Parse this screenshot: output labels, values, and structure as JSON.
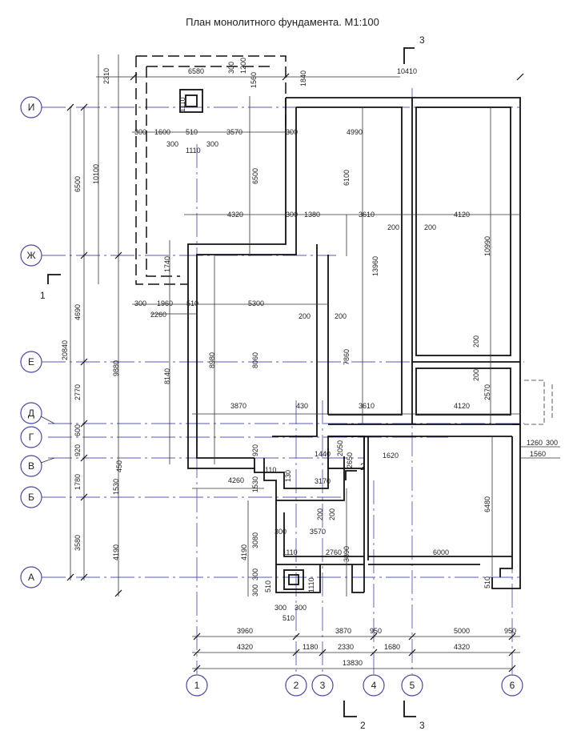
{
  "title": "План монолитного фундамента. М1:100",
  "axes_rows": [
    "И",
    "Ж",
    "Е",
    "Д",
    "Г",
    "В",
    "Б",
    "А"
  ],
  "axes_cols": [
    "1",
    "2",
    "3",
    "4",
    "5",
    "6"
  ],
  "sections": {
    "s1": "1",
    "s2": "2",
    "s3": "3"
  },
  "dims": {
    "d6580": "6580",
    "d1200": "1200",
    "d1560": "1560",
    "d1840": "1840",
    "d10410": "10410",
    "d2310": "2310",
    "d1110a": "1110",
    "d300a": "300",
    "d300b": "300",
    "d510a": "510",
    "d300v": "300",
    "d300c": "300",
    "d1600": "1600",
    "d510b": "510",
    "d3570a": "3570",
    "d4990": "4990",
    "d300d": "300",
    "d300e": "300",
    "d1110b": "1110",
    "d6500": "6500",
    "d10100": "10100",
    "d6500b": "6500",
    "d6100": "6100",
    "d4320a": "4320",
    "d1380": "1380",
    "d3610a": "3610",
    "d4120a": "4120",
    "d200a": "200",
    "d200b": "200",
    "d10990": "10990",
    "d13960": "13960",
    "d1740": "1740",
    "d4690": "4690",
    "d300f": "300",
    "d1960": "1960",
    "d5300": "5300",
    "d2260": "2260",
    "d200c": "200",
    "d200d": "200",
    "d7860": "7860",
    "d8980": "8980",
    "d8060": "8060",
    "d8140": "8140",
    "d9880": "9880",
    "d20840": "20840",
    "d2770": "2770",
    "d200e": "200",
    "d200f": "200",
    "d2570": "2570",
    "d3870a": "3870",
    "d430": "430",
    "d3610b": "3610",
    "d4120b": "4120",
    "d600": "600",
    "d920a": "920",
    "d1440": "1440",
    "d920b": "920",
    "d2050": "2050",
    "d2650": "2650",
    "d1620": "1620",
    "d1260": "1260",
    "d300g": "300",
    "d1560b": "1560",
    "d450": "450",
    "d1780": "1780",
    "d1530a": "1530",
    "d110": "110",
    "d4260": "4260",
    "d1530b": "1530",
    "d130": "130",
    "d3170": "3170",
    "d200g": "200",
    "d200h": "200",
    "d3580": "3580",
    "d4190a": "4190",
    "d4190b": "4190",
    "d3080": "3080",
    "d3570b": "3570",
    "d300h": "300",
    "d3890": "3890",
    "d6480": "6480",
    "d1110c": "1110",
    "d2760": "2760",
    "d6000": "6000",
    "d510c": "510",
    "d300i": "300",
    "d300j": "300",
    "d300k": "300",
    "d300l": "300",
    "d510d": "510",
    "d510e": "510",
    "d1110d": "1110",
    "d3960": "3960",
    "d3870b": "3870",
    "d950a": "950",
    "d5000": "5000",
    "d950b": "950",
    "d4320b": "4320",
    "d1180": "1180",
    "d2330": "2330",
    "d1680": "1680",
    "d4320c": "4320",
    "d13830": "13830"
  }
}
